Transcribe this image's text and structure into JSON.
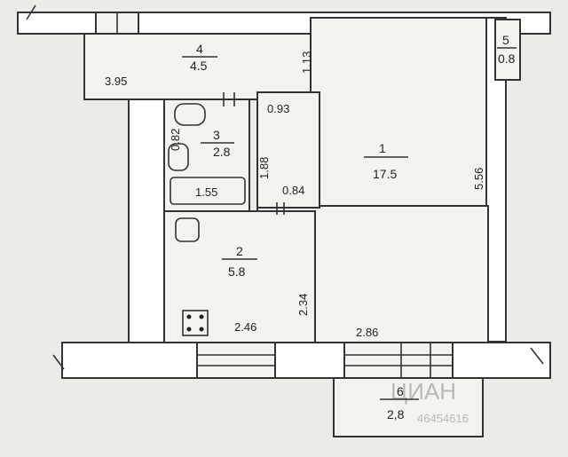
{
  "rooms": [
    {
      "number": "1",
      "area": "17.5"
    },
    {
      "number": "2",
      "area": "5.8"
    },
    {
      "number": "3",
      "area": "2.8"
    },
    {
      "number": "4",
      "area": "4.5"
    },
    {
      "number": "5",
      "area": "0.8"
    },
    {
      "number": "6",
      "area": "2,8"
    }
  ],
  "dimensions": {
    "d395": "3.95",
    "d113": "1.13",
    "d093": "0.93",
    "d082": "0.82",
    "d155": "1.55",
    "d188": "1.88",
    "d084": "0.84",
    "d556": "5.56",
    "d234": "2.34",
    "d246": "2.46",
    "d286": "2.86"
  },
  "watermark": {
    "brand": "ЦИАН",
    "code": "46454616"
  }
}
